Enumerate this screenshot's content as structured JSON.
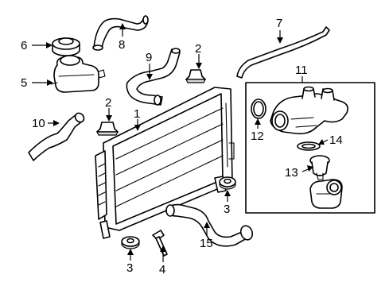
{
  "diagram": {
    "callouts": [
      {
        "id": "c1",
        "text": "1"
      },
      {
        "id": "c2a",
        "text": "2"
      },
      {
        "id": "c2b",
        "text": "2"
      },
      {
        "id": "c3a",
        "text": "3"
      },
      {
        "id": "c3b",
        "text": "3"
      },
      {
        "id": "c4",
        "text": "4"
      },
      {
        "id": "c5",
        "text": "5"
      },
      {
        "id": "c6",
        "text": "6"
      },
      {
        "id": "c7",
        "text": "7"
      },
      {
        "id": "c8",
        "text": "8"
      },
      {
        "id": "c9",
        "text": "9"
      },
      {
        "id": "c10",
        "text": "10"
      },
      {
        "id": "c11",
        "text": "11"
      },
      {
        "id": "c12",
        "text": "12"
      },
      {
        "id": "c13",
        "text": "13"
      },
      {
        "id": "c14",
        "text": "14"
      },
      {
        "id": "c15",
        "text": "15"
      }
    ]
  }
}
